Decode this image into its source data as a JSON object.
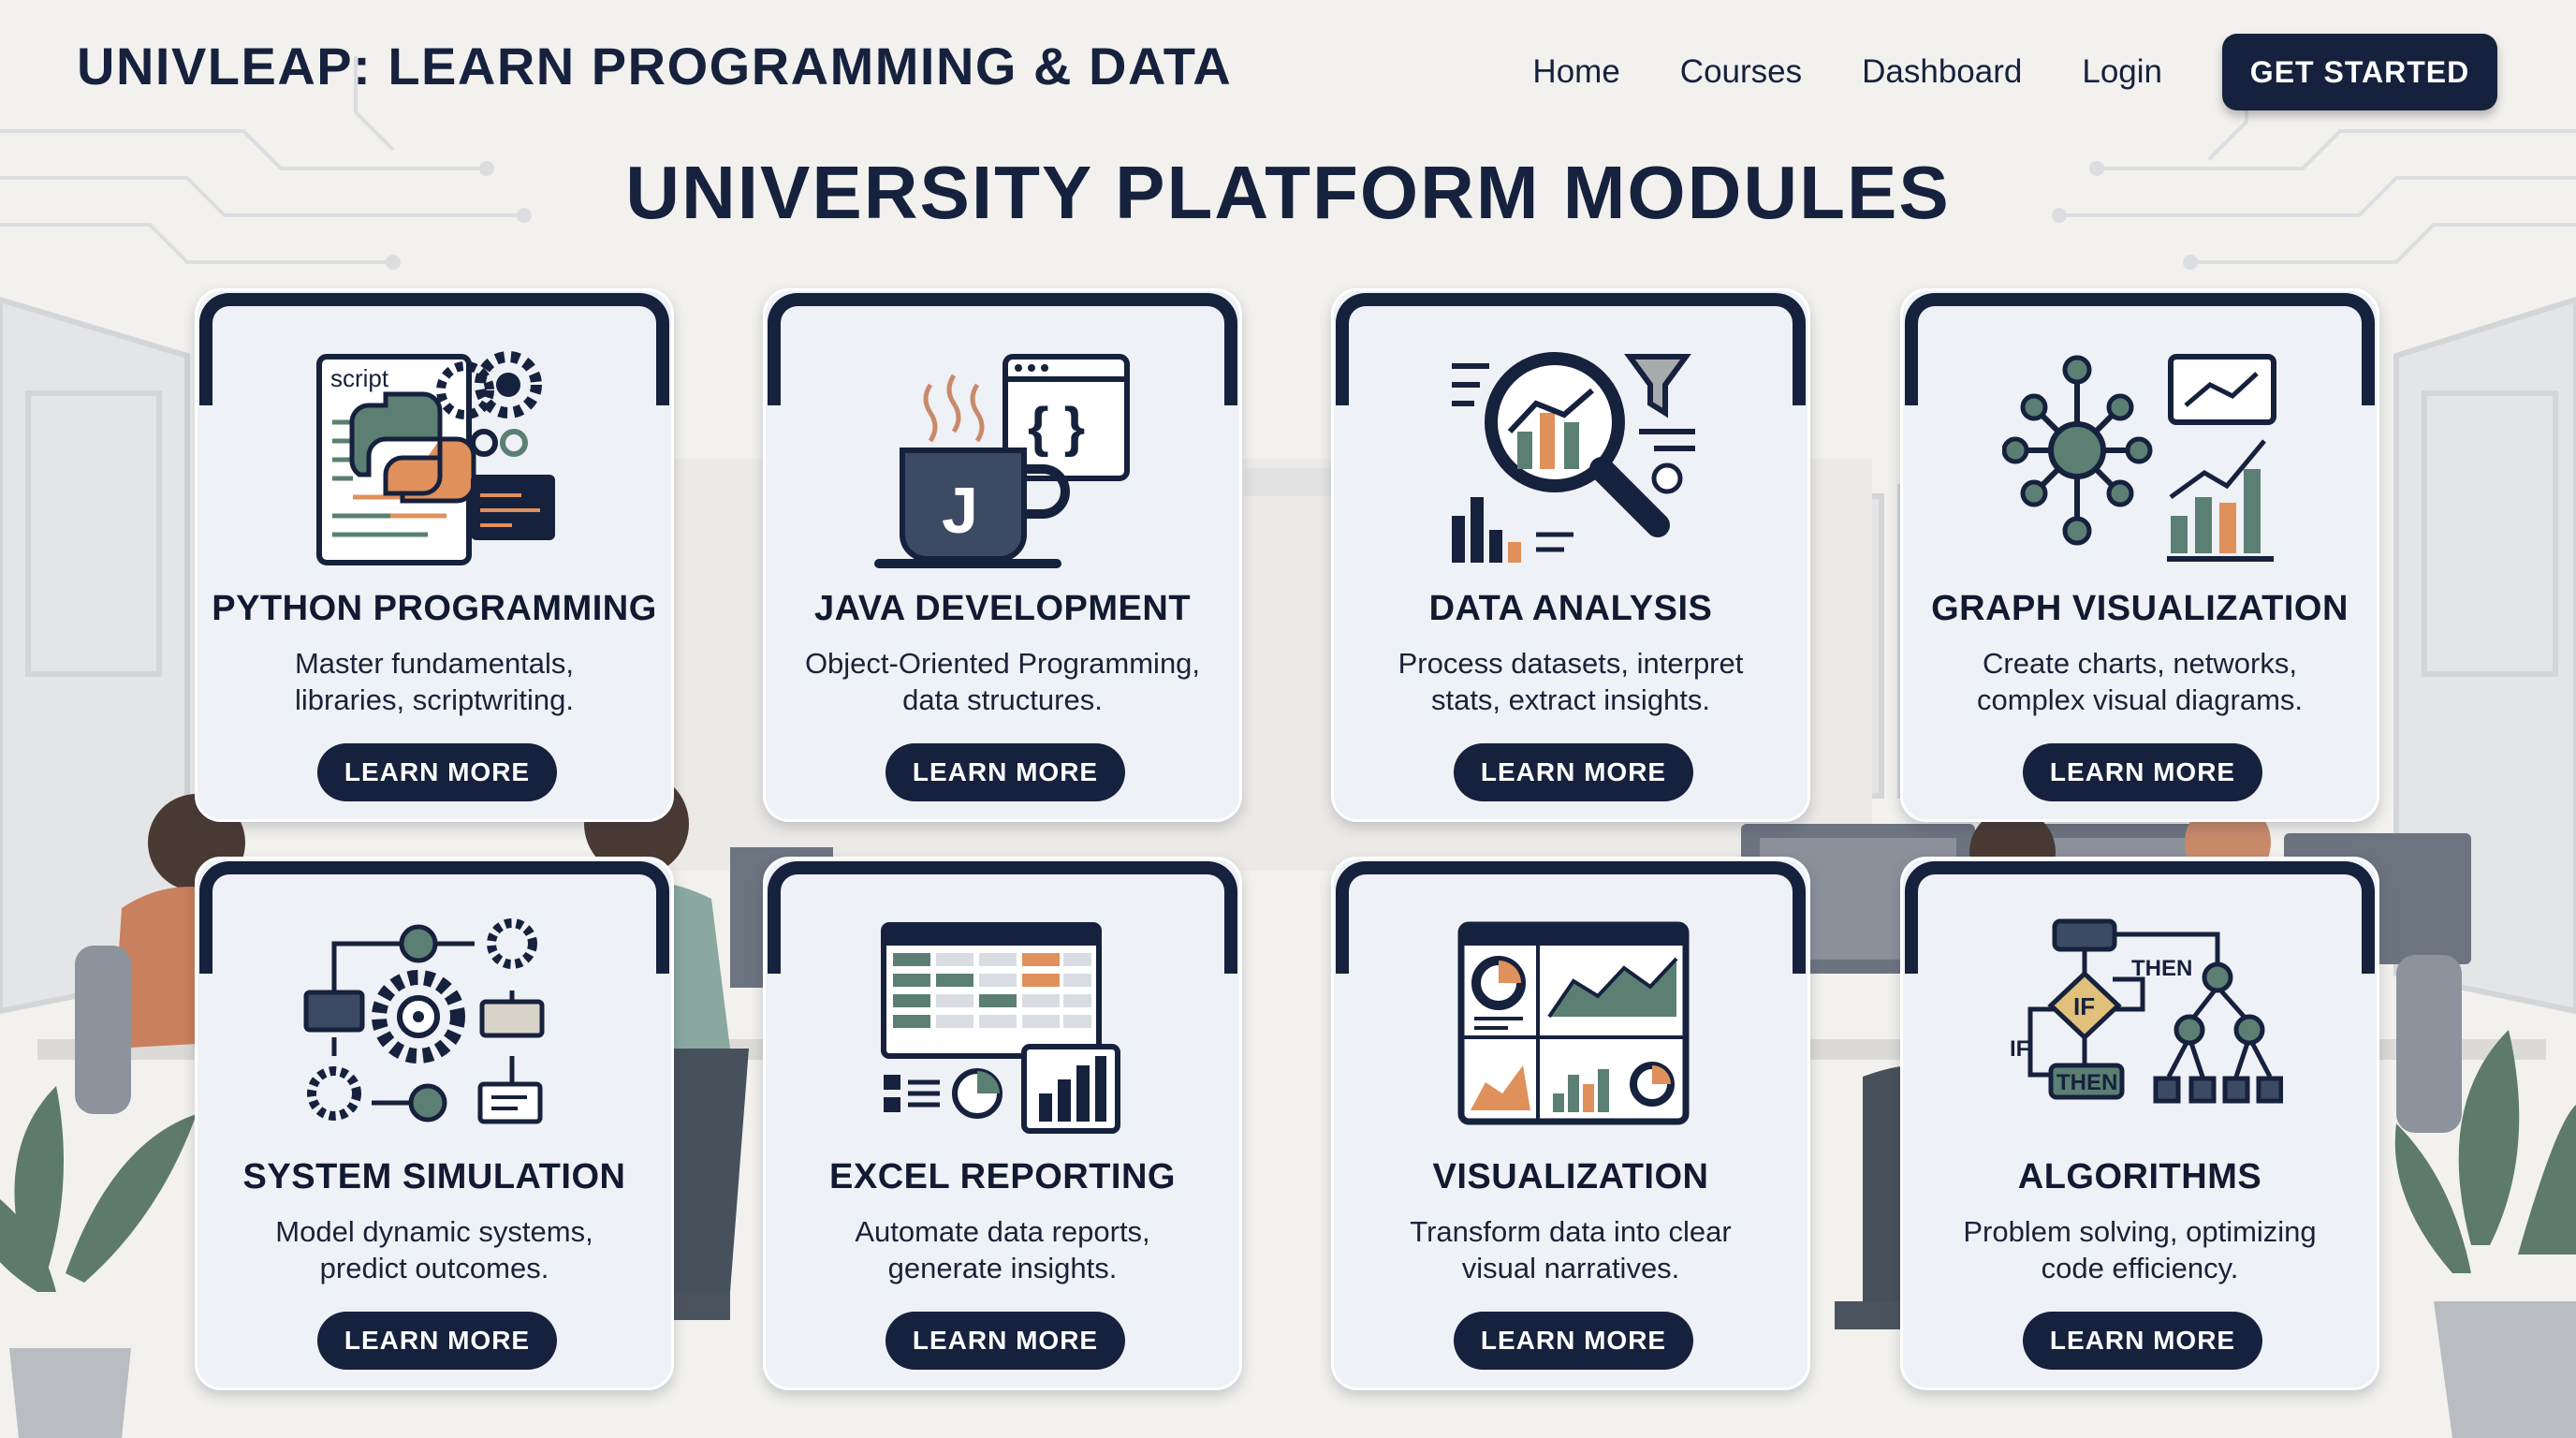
{
  "brand": {
    "title": "UNIVLEAP: LEARN PROGRAMMING & DATA"
  },
  "nav": {
    "items": [
      "Home",
      "Courses",
      "Dashboard",
      "Login"
    ],
    "cta_label": "GET STARTED"
  },
  "page_title": "UNIVERSITY PLATFORM MODULES",
  "colors": {
    "navy": "#16213d",
    "card_bg": "#eef1f6",
    "accent_orange": "#e0905a",
    "accent_teal": "#5b7f73"
  },
  "modules": [
    {
      "title": "PYTHON PROGRAMMING",
      "desc_line1": "Master fundamentals,",
      "desc_line2": "libraries, scriptwriting.",
      "button": "LEARN MORE",
      "icon": "python-script-icon",
      "icon_text": "script"
    },
    {
      "title": "JAVA DEVELOPMENT",
      "desc_line1": "Object-Oriented Programming,",
      "desc_line2": "data structures.",
      "button": "LEARN MORE",
      "icon": "java-coffee-cup-icon",
      "icon_text": "J"
    },
    {
      "title": "DATA ANALYSIS",
      "desc_line1": "Process datasets, interpret",
      "desc_line2": "stats, extract insights.",
      "button": "LEARN MORE",
      "icon": "magnifier-chart-icon"
    },
    {
      "title": "GRAPH VISUALIZATION",
      "desc_line1": "Create charts, networks,",
      "desc_line2": "complex visual diagrams.",
      "button": "LEARN MORE",
      "icon": "network-graph-icon"
    },
    {
      "title": "SYSTEM SIMULATION",
      "desc_line1": "Model dynamic systems,",
      "desc_line2": "predict outcomes.",
      "button": "LEARN MORE",
      "icon": "gears-flow-icon"
    },
    {
      "title": "EXCEL REPORTING",
      "desc_line1": "Automate data reports,",
      "desc_line2": "generate insights.",
      "button": "LEARN MORE",
      "icon": "spreadsheet-icon"
    },
    {
      "title": "VISUALIZATION",
      "desc_line1": "Transform data into clear",
      "desc_line2": "visual narratives.",
      "button": "LEARN MORE",
      "icon": "dashboard-icon"
    },
    {
      "title": "ALGORITHMS",
      "desc_line1": "Problem solving, optimizing",
      "desc_line2": "code efficiency.",
      "button": "LEARN MORE",
      "icon": "flowchart-tree-icon",
      "icon_if": "IF",
      "icon_then": "THEN"
    }
  ]
}
